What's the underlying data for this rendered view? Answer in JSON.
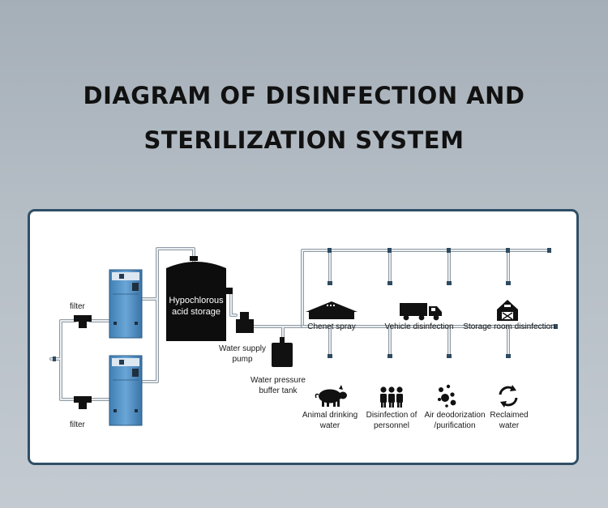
{
  "title": {
    "line1": "DIAGRAM OF DISINFECTION AND",
    "line2": "STERILIZATION SYSTEM"
  },
  "labels": {
    "filter_top": "filter",
    "filter_bottom": "filter",
    "storage_line1": "Hypochlorous",
    "storage_line2": "acid storage",
    "pump_line1": "Water supply",
    "pump_line2": "pump",
    "buffer_line1": "Water pressure",
    "buffer_line2": "buffer tank",
    "chenet": "Chenet spray",
    "vehicle": "Vehicle disinfection",
    "storage_room": "Storage room disinfection",
    "animal_line1": "Animal drinking",
    "animal_line2": "water",
    "personnel_line1": "Disinfection of",
    "personnel_line2": "personnel",
    "air_line1": "Air deodorization",
    "air_line2": "/purification",
    "reclaimed_line1": "Reclaimed",
    "reclaimed_line2": "water"
  },
  "icons": [
    "barn-icon",
    "truck-icon",
    "storage-room-icon",
    "pig-icon",
    "people-icon",
    "air-molecule-icon",
    "recycle-icon"
  ],
  "colors": {
    "frame": "#2f4f66",
    "machine": "#4f8fc3",
    "pipe": "#9aa4ac"
  }
}
